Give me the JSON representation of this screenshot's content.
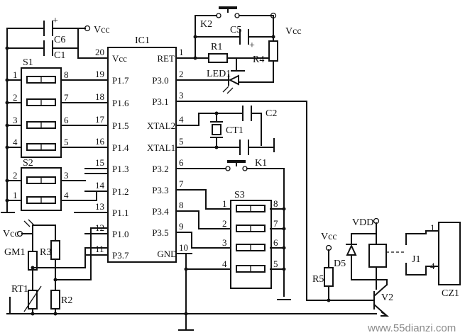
{
  "ic": {
    "name": "IC1",
    "left_pins": [
      {
        "num": "20",
        "name": "Vcc"
      },
      {
        "num": "19",
        "name": "P1.7"
      },
      {
        "num": "18",
        "name": "P1.6"
      },
      {
        "num": "17",
        "name": "P1.5"
      },
      {
        "num": "16",
        "name": "P1.4"
      },
      {
        "num": "15",
        "name": "P1.3"
      },
      {
        "num": "14",
        "name": "P1.2"
      },
      {
        "num": "13",
        "name": "P1.1"
      },
      {
        "num": "12",
        "name": "P1.0"
      },
      {
        "num": "11",
        "name": "P3.7"
      }
    ],
    "right_pins": [
      {
        "num": "1",
        "name": "RET"
      },
      {
        "num": "2",
        "name": "P3.0"
      },
      {
        "num": "3",
        "name": "P3.1"
      },
      {
        "num": "4",
        "name": "XTAL2"
      },
      {
        "num": "5",
        "name": "XTAL1"
      },
      {
        "num": "6",
        "name": "P3.2"
      },
      {
        "num": "7",
        "name": "P3.3"
      },
      {
        "num": "8",
        "name": "P3.4"
      },
      {
        "num": "9",
        "name": "P3.5"
      },
      {
        "num": "10",
        "name": "GND"
      }
    ]
  },
  "s1": {
    "name": "S1",
    "left_nums": [
      "1",
      "2",
      "3",
      "4"
    ],
    "right_nums": [
      "8",
      "7",
      "6",
      "5"
    ]
  },
  "s2": {
    "name": "S2",
    "left_nums": [
      "2",
      "1"
    ],
    "right_nums": [
      "3",
      "4"
    ]
  },
  "s3": {
    "name": "S3",
    "left_nums": [
      "1",
      "2",
      "3",
      "4"
    ],
    "right_nums": [
      "8",
      "7",
      "6",
      "5"
    ]
  },
  "components": {
    "c6": "C6",
    "c1": "C1",
    "c5": "C5",
    "c2": "C2",
    "ct1": "CT1",
    "k1": "K1",
    "k2": "K2",
    "r1": "R1",
    "r2": "R2",
    "r3": "R3",
    "r4": "R4",
    "r5": "R5",
    "led1": "LED1",
    "gm1": "GM1",
    "rt1": "RT1",
    "d5": "D5",
    "j1": "J1",
    "v2": "V2",
    "cz1": "CZ1"
  },
  "supply": {
    "vcc": "Vcc",
    "vdd": "VDD",
    "plus": "+"
  },
  "cz1_pins": [
    "1",
    "4"
  ],
  "watermark": "www.55dianzi.com"
}
